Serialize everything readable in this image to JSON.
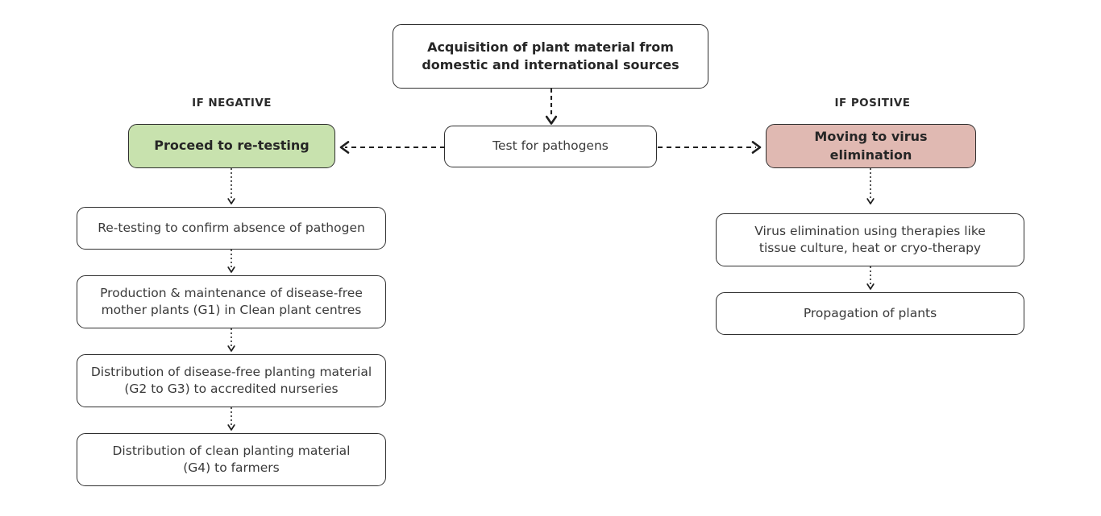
{
  "diagram": {
    "title_node": {
      "id": "acquisition",
      "text": "Acquisition of plant material from\ndomestic and international sources"
    },
    "decision_node": {
      "id": "test-for-pathogens",
      "text": "Test for pathogens"
    },
    "branches": [
      {
        "id": "negative",
        "caption": "IF NEGATIVE",
        "head_node": {
          "id": "proceed-to-re-testing",
          "text": "Proceed to re-testing",
          "color": "#c8e2ae"
        },
        "steps": [
          {
            "id": "re-testing-confirm",
            "text": "Re-testing to confirm absence of pathogen"
          },
          {
            "id": "production-maintenance-g1",
            "text": "Production & maintenance of disease-free\nmother plants (G1) in Clean plant centres"
          },
          {
            "id": "distribution-g2-g3",
            "text": "Distribution of disease-free planting material\n(G2 to G3) to accredited nurseries"
          },
          {
            "id": "distribution-g4",
            "text": "Distribution of clean planting material\n(G4) to farmers"
          }
        ]
      },
      {
        "id": "positive",
        "caption": "IF POSITIVE",
        "head_node": {
          "id": "moving-to-virus-elimination",
          "text": "Moving to virus elimination",
          "color": "#e0b9b2"
        },
        "steps": [
          {
            "id": "virus-elimination-therapies",
            "text": "Virus elimination using therapies like\ntissue culture, heat or cryo-therapy"
          },
          {
            "id": "propagation-of-plants",
            "text": "Propagation of plants"
          }
        ]
      }
    ],
    "colors": {
      "stroke": "#1f1f1f",
      "box_border": "#2f2f2f",
      "text": "#3a3a3a",
      "background": "#ffffff",
      "negative_fill": "#c8e2ae",
      "positive_fill": "#e0b9b2"
    },
    "connectors": [
      {
        "id": "acquisition-to-test",
        "style": "dashed",
        "direction": "down"
      },
      {
        "id": "test-to-negative",
        "style": "dashed",
        "direction": "left"
      },
      {
        "id": "test-to-positive",
        "style": "dashed",
        "direction": "right"
      },
      {
        "id": "negative-head-to-step1",
        "style": "dotted",
        "direction": "down"
      },
      {
        "id": "negative-step1-to-step2",
        "style": "dotted",
        "direction": "down"
      },
      {
        "id": "negative-step2-to-step3",
        "style": "dotted",
        "direction": "down"
      },
      {
        "id": "negative-step3-to-step4",
        "style": "dotted",
        "direction": "down"
      },
      {
        "id": "positive-head-to-step1",
        "style": "dotted",
        "direction": "down"
      },
      {
        "id": "positive-step1-to-step2",
        "style": "dotted",
        "direction": "down"
      }
    ]
  }
}
